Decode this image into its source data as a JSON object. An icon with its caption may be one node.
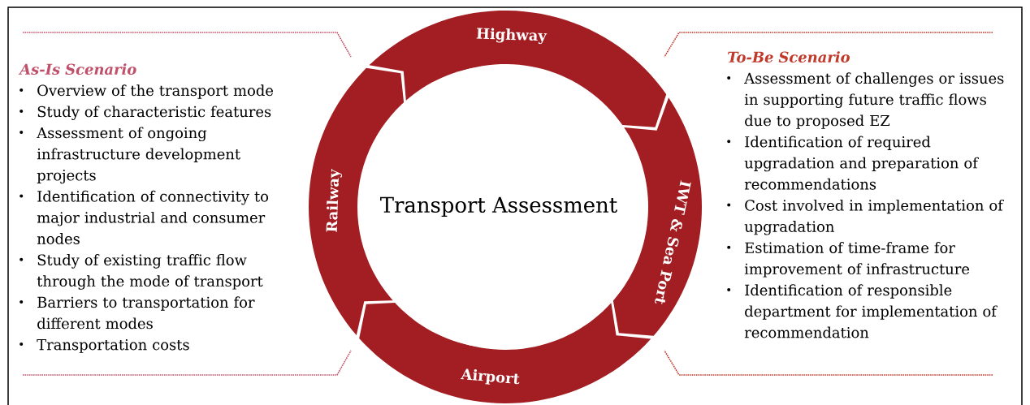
{
  "diagram": {
    "nodes": [
      {
        "text": [
          "As-Is Scenario",
          "Overview of the transport mode",
          "Study of characteristic features",
          "Assessment of ongoing infrastructure development projects",
          "Identification of connectivity to major industrial and consumer nodes",
          "Study of existing traffic flow through the mode of transport",
          "Barriers to transportation for different modes",
          "Transportation costs"
        ]
      },
      {
        "text": [
          "Highway"
        ]
      },
      {
        "text": [
          "IWT & Sea Port"
        ]
      },
      {
        "text": [
          "Airport"
        ]
      },
      {
        "text": [
          "Railway"
        ]
      },
      {
        "text": [
          "Transport Assessment"
        ]
      },
      {
        "text": [
          "To-Be Scenario",
          "Assessment of challenges or issues in supporting future traffic flows due to proposed EZ",
          "Identification of required upgradation and preparation of recommendations",
          "Cost involved in implementation of upgradation",
          "Estimation of time-frame for improvement of infrastructure",
          "Identification of responsible department for implementation of recommendation"
        ]
      }
    ]
  }
}
